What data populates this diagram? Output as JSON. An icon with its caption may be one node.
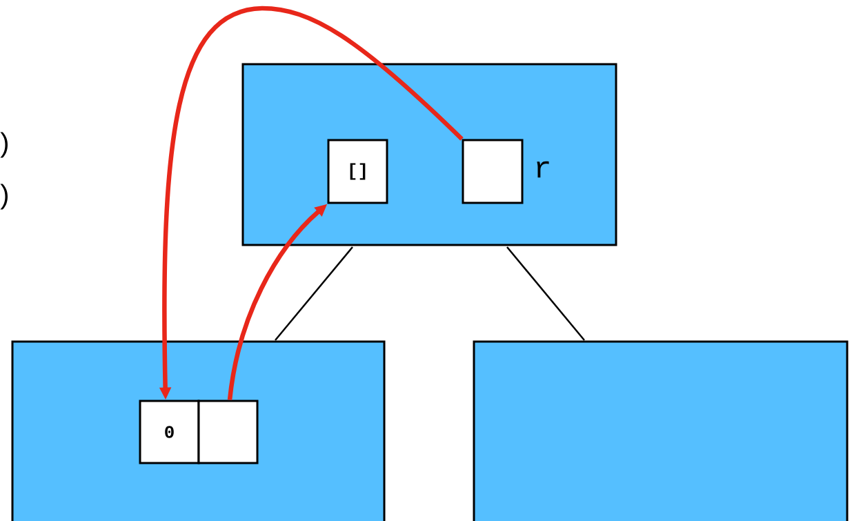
{
  "diagram": {
    "nodes": [
      {
        "text": [],
        "shape": "box"
      },
      {
        "text": [
          "[]"
        ],
        "in": 0
      },
      {
        "text": [],
        "shape": "box",
        "in": 0,
        "beside": [
          "r"
        ]
      },
      {
        "text": [],
        "shape": "box"
      },
      {
        "text": [
          "0"
        ],
        "in": 3
      },
      {
        "text": [],
        "shape": "box",
        "in": 3
      },
      {
        "text": [],
        "shape": "box"
      }
    ],
    "edges": [
      {
        "from": 0,
        "to": 3,
        "arrow": "none"
      },
      {
        "from": 0,
        "to": 6,
        "arrow": "none"
      },
      {
        "from": 2,
        "to": 4,
        "arrow": "to",
        "style": "thick",
        "color": "#e8271a"
      },
      {
        "from": 5,
        "to": 1,
        "arrow": "to",
        "style": "thick",
        "color": "#e8271a"
      }
    ],
    "labels": [
      ")",
      ")"
    ]
  }
}
